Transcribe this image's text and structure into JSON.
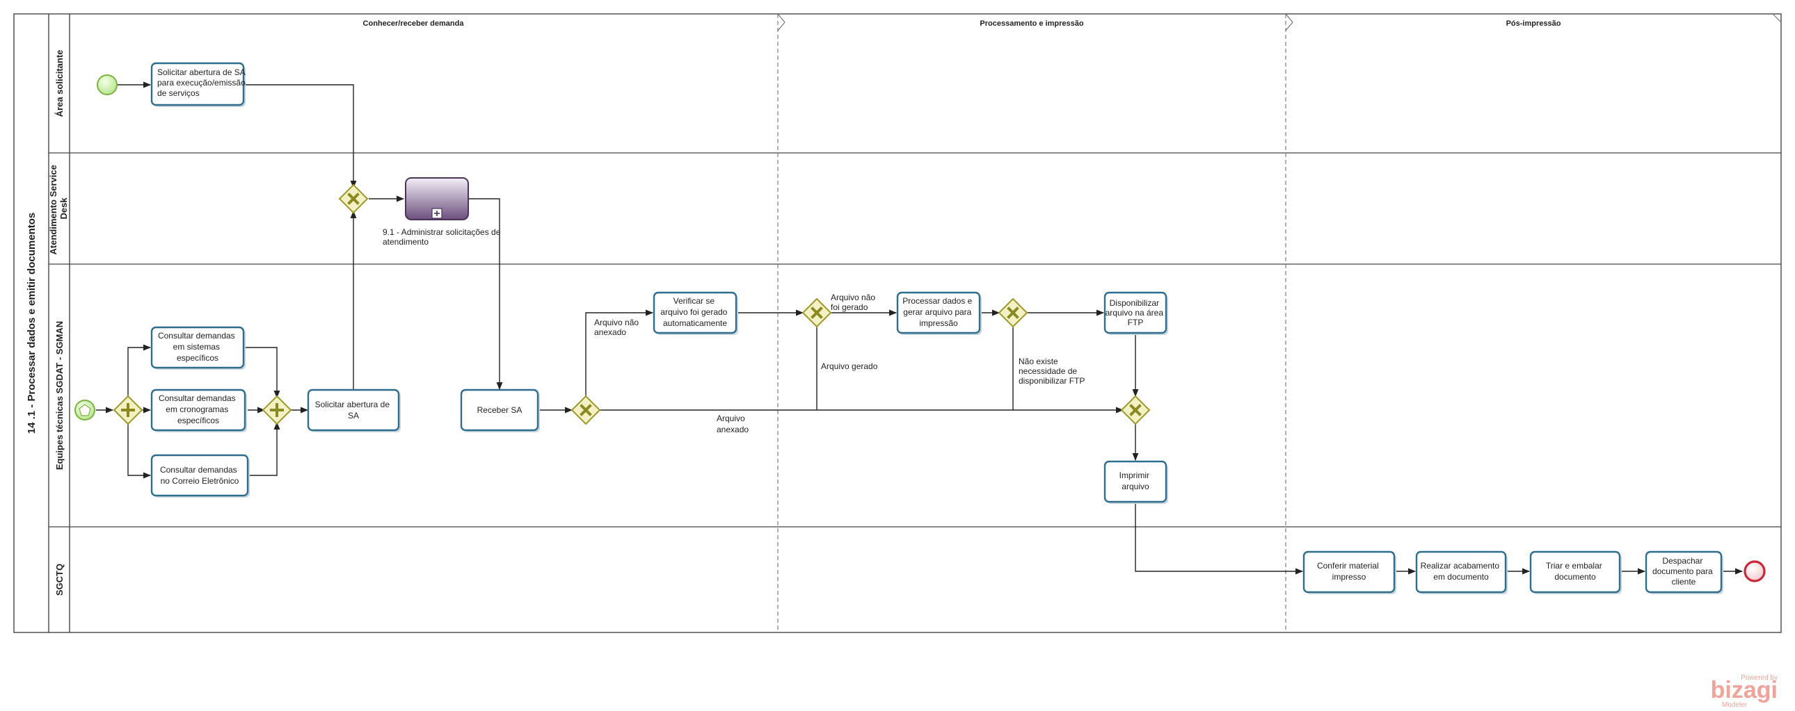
{
  "pool": {
    "title": "14 .1 - Processar dados e emitir documentos"
  },
  "lanes": [
    {
      "id": "area",
      "title": "Área solicitante"
    },
    {
      "id": "desk",
      "title": "Atendimento Service Desk"
    },
    {
      "id": "equipes",
      "title": "Equipes técnicas SGDAT - SGMAN"
    },
    {
      "id": "sgctq",
      "title": "SGCTQ"
    }
  ],
  "phases": [
    {
      "id": "ph1",
      "title": "Conhecer/receber demanda"
    },
    {
      "id": "ph2",
      "title": "Processamento e impressão"
    },
    {
      "id": "ph3",
      "title": "Pós-impressão"
    }
  ],
  "tasks": {
    "solicitar_abertura_area": [
      "Solicitar abertura de SA",
      "para execução/emissão",
      "de serviços"
    ],
    "consultar_sistemas": [
      "Consultar demandas",
      "em sistemas",
      "específicos"
    ],
    "consultar_cronogramas": [
      "Consultar demandas",
      "em cronogramas",
      "específicos"
    ],
    "consultar_correio": [
      "Consultar demandas",
      "no Correio Eletrônico"
    ],
    "solicitar_abertura_sa": [
      "Solicitar abertura de",
      "SA"
    ],
    "receber_sa": [
      "Receber SA"
    ],
    "verificar_arquivo": [
      "Verificar se",
      "arquivo foi gerado",
      "automaticamente"
    ],
    "processar_dados": [
      "Processar dados e",
      "gerar arquivo para",
      "impressão"
    ],
    "disponibilizar_ftp": [
      "Disponibilizar",
      "arquivo na área",
      "FTP"
    ],
    "imprimir": [
      "Imprimir",
      "arquivo"
    ],
    "conferir": [
      "Conferir material",
      "impresso"
    ],
    "acabamento": [
      "Realizar acabamento",
      "em documento"
    ],
    "triar": [
      "Triar e embalar",
      "documento"
    ],
    "despachar": [
      "Despachar",
      "documento para",
      "cliente"
    ]
  },
  "subprocess": {
    "label": [
      "9.1 - Administrar solicitações de",
      "atendimento"
    ]
  },
  "flow_labels": {
    "arquivo_nao_anexado": [
      "Arquivo não",
      "anexado"
    ],
    "arquivo_anexado": [
      "Arquivo",
      "anexado"
    ],
    "arquivo_nao_gerado": [
      "Arquivo não",
      "foi gerado"
    ],
    "arquivo_gerado": [
      "Arquivo gerado"
    ],
    "nao_existe_ftp": [
      "Não existe",
      "necessidade de",
      "disponibilizar FTP"
    ]
  },
  "branding": {
    "powered": "Powered by",
    "name": "bizagi",
    "product": "Modeler"
  },
  "colors": {
    "task_border": "#2e6d8e",
    "gateway_fill": "#f3f0c4",
    "gateway_border": "#9c9a2b",
    "start_event": "#c8f0a0",
    "end_event": "#d93a4a",
    "subprocess": "#6a4f7c"
  }
}
